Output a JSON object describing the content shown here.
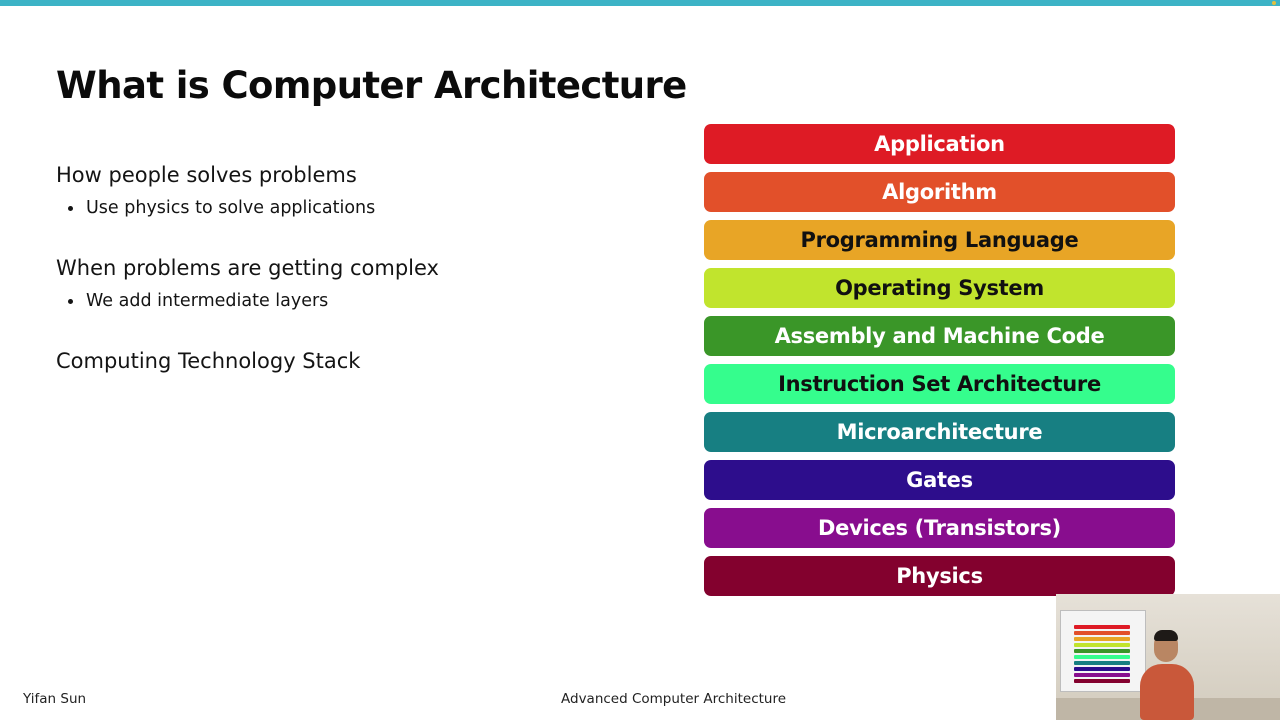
{
  "slide": {
    "title": "What is Computer Architecture",
    "sections": [
      {
        "heading": "How people solves problems",
        "bullets": [
          "Use physics to solve applications"
        ]
      },
      {
        "heading": "When problems are getting complex",
        "bullets": [
          "We add intermediate layers"
        ]
      },
      {
        "heading": "Computing Technology Stack",
        "bullets": []
      }
    ],
    "stack_layers": [
      {
        "label": "Application",
        "bg": "#de1b25",
        "fg": "#ffffff"
      },
      {
        "label": "Algorithm",
        "bg": "#e2502a",
        "fg": "#ffffff"
      },
      {
        "label": "Programming Language",
        "bg": "#e8a526",
        "fg": "#111111"
      },
      {
        "label": "Operating System",
        "bg": "#c1e42d",
        "fg": "#111111"
      },
      {
        "label": "Assembly and Machine Code",
        "bg": "#3a9628",
        "fg": "#ffffff"
      },
      {
        "label": "Instruction Set Architecture",
        "bg": "#35fd8d",
        "fg": "#111111"
      },
      {
        "label": "Microarchitecture",
        "bg": "#177f82",
        "fg": "#ffffff"
      },
      {
        "label": "Gates",
        "bg": "#2d0d8c",
        "fg": "#ffffff"
      },
      {
        "label": "Devices (Transistors)",
        "bg": "#880d8e",
        "fg": "#ffffff"
      },
      {
        "label": "Physics",
        "bg": "#83012e",
        "fg": "#ffffff"
      }
    ]
  },
  "footer": {
    "author": "Yifan Sun",
    "course": "Advanced Computer Architecture"
  },
  "colors": {
    "accent_bar": "#3cb3c6"
  }
}
